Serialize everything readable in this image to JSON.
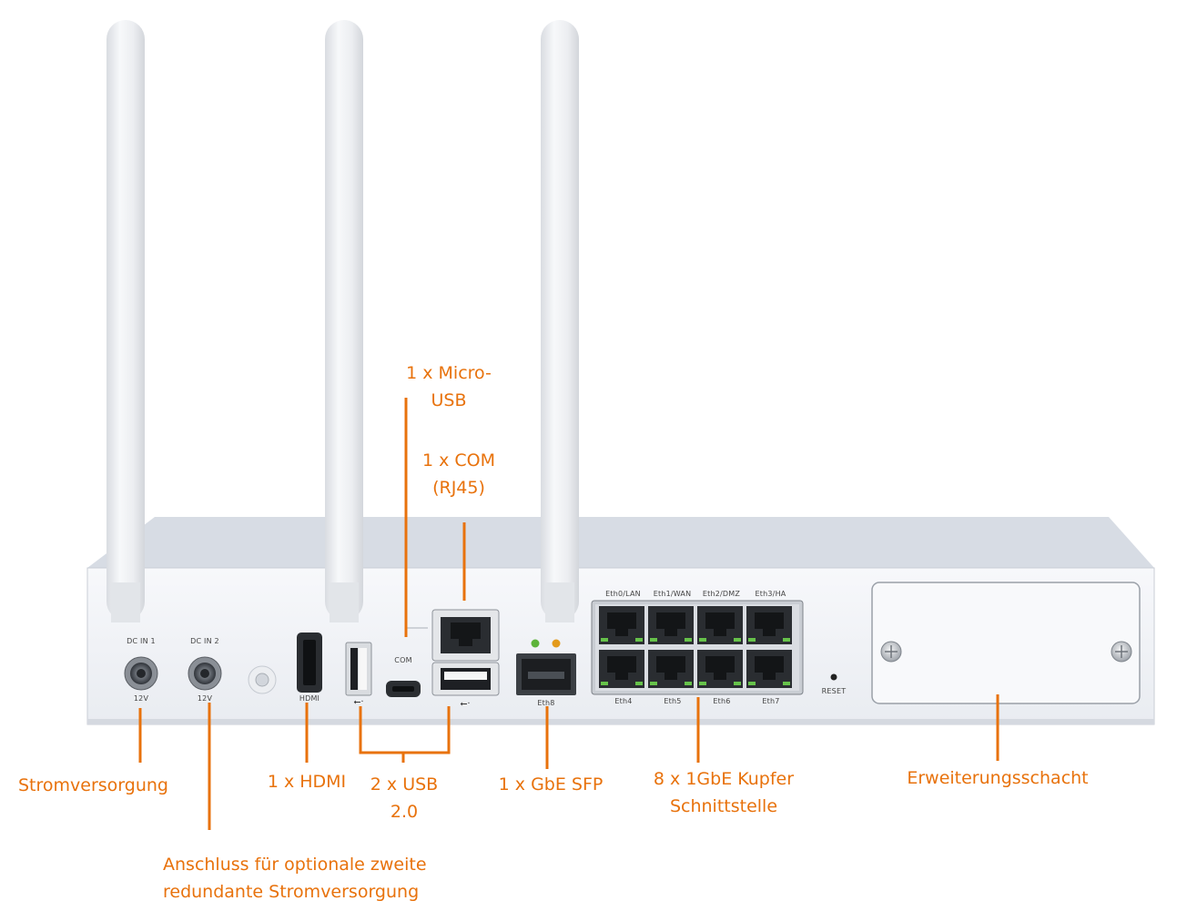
{
  "device_labels": {
    "dc_in_1": "DC IN 1",
    "dc_in_2": "DC IN 2",
    "v12_a": "12V",
    "v12_b": "12V",
    "hdmi": "HDMI",
    "com": "COM",
    "eth8": "Eth8",
    "reset": "RESET",
    "eth_top": [
      "Eth0/LAN",
      "Eth1/WAN",
      "Eth2/DMZ",
      "Eth3/HA"
    ],
    "eth_bottom": [
      "Eth4",
      "Eth5",
      "Eth6",
      "Eth7"
    ]
  },
  "callouts": {
    "micro_usb": [
      "1 x Micro-",
      "USB"
    ],
    "com": [
      "1 x COM",
      "(RJ45)"
    ],
    "power": "Stromversorgung",
    "hdmi": "1 x HDMI",
    "usb": [
      "2 x USB",
      "2.0"
    ],
    "sfp": "1 x  GbE SFP",
    "copper": [
      "8 x 1GbE Kupfer",
      "Schnittstelle"
    ],
    "expansion": "Erweiterungsschacht",
    "redundant_power": [
      "Anschluss für optionale zweite",
      "redundante Stromversorgung"
    ]
  },
  "colors": {
    "accent": "#E8720C",
    "chassis": "#F3F5F9",
    "chassis_top": "#DDE2EA",
    "antenna": "#EEF0F3"
  }
}
